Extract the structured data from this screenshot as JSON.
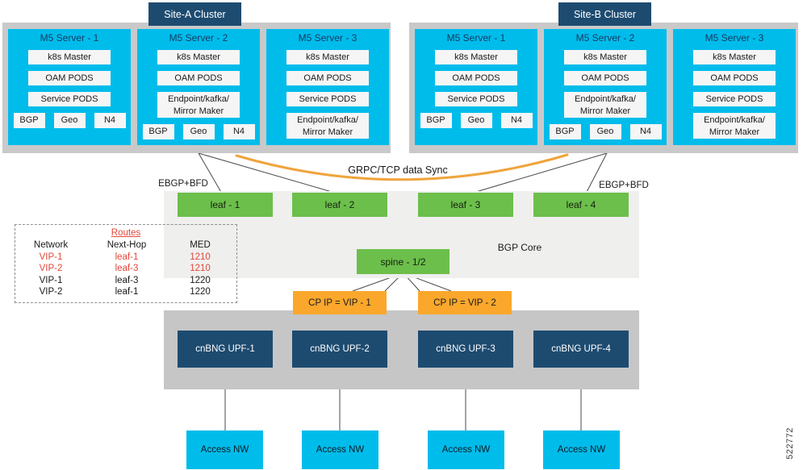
{
  "clusters": [
    {
      "title": "Site-A Cluster",
      "servers": [
        {
          "title": "M5 Server - 1",
          "stack": [
            "k8s Master",
            "OAM PODS",
            "Service PODS"
          ],
          "chips": [
            "BGP",
            "Geo",
            "N4"
          ]
        },
        {
          "title": "M5 Server - 2",
          "stack": [
            "k8s Master",
            "OAM PODS",
            "Endpoint/kafka/ Mirror Maker"
          ],
          "chips": [
            "BGP",
            "Geo",
            "N4"
          ]
        },
        {
          "title": "M5 Server - 3",
          "stack": [
            "k8s Master",
            "OAM PODS",
            "Service PODS",
            "Endpoint/kafka/ Mirror Maker"
          ],
          "chips": []
        }
      ]
    },
    {
      "title": "Site-B Cluster",
      "servers": [
        {
          "title": "M5 Server - 1",
          "stack": [
            "k8s Master",
            "OAM PODS",
            "Service PODS"
          ],
          "chips": [
            "BGP",
            "Geo",
            "N4"
          ]
        },
        {
          "title": "M5 Server - 2",
          "stack": [
            "k8s Master",
            "OAM PODS",
            "Endpoint/kafka/ Mirror Maker"
          ],
          "chips": [
            "BGP",
            "Geo",
            "N4"
          ]
        },
        {
          "title": "M5 Server - 3",
          "stack": [
            "k8s Master",
            "OAM PODS",
            "Service PODS",
            "Endpoint/kafka/ Mirror Maker"
          ],
          "chips": []
        }
      ]
    }
  ],
  "labels": {
    "grpc_sync": "GRPC/TCP data Sync",
    "ebgp_left": "EBGP+BFD",
    "ebgp_right": "EBGP+BFD",
    "bgp_core": "BGP Core",
    "figure_id": "522772"
  },
  "fabric": {
    "leaves": [
      "leaf - 1",
      "leaf - 2",
      "leaf - 3",
      "leaf - 4"
    ],
    "spine": "spine - 1/2",
    "vips": [
      "CP IP = VIP - 1",
      "CP IP = VIP - 2"
    ],
    "upfs": [
      "cnBNG UPF-1",
      "cnBNG UPF-2",
      "cnBNG UPF-3",
      "cnBNG UPF-4"
    ],
    "access": [
      "Access NW",
      "Access NW",
      "Access NW",
      "Access NW"
    ]
  },
  "routes_table": {
    "title": "Routes",
    "columns": [
      "Network",
      "Next-Hop",
      "MED"
    ],
    "rows": [
      {
        "network": "VIP-1",
        "next_hop": "leaf-1",
        "med": "1210",
        "highlight": true
      },
      {
        "network": "VIP-2",
        "next_hop": "leaf-3",
        "med": "1210",
        "highlight": true
      },
      {
        "network": "VIP-1",
        "next_hop": "leaf-3",
        "med": "1220",
        "highlight": false
      },
      {
        "network": "VIP-2",
        "next_hop": "leaf-1",
        "med": "1220",
        "highlight": false
      }
    ]
  },
  "colors": {
    "cyan": "#00bceb",
    "navy": "#1d4b70",
    "green": "#6cbf4b",
    "orange": "#faa72c",
    "orange_curve": "#f0a43c",
    "red": "#e2473a",
    "band_gray": "#c9c9c9",
    "band_light": "#efefee"
  }
}
